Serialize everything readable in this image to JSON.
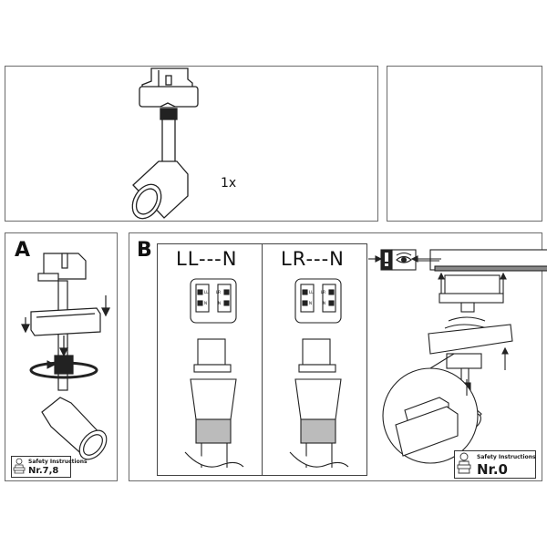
{
  "document": {
    "type": "assembly-instructions",
    "subject": "track spotlight (3-phase adapter)"
  },
  "panels": {
    "contents": {
      "quantity_label": "1x",
      "item_icon": "spotlight-with-track-adapter-icon"
    },
    "blank": {},
    "step_a": {
      "letter": "A",
      "icons": [
        "down-arrow-icon",
        "rotate-arrow-icon",
        "spotlight-icon"
      ],
      "safety": {
        "title": "Safety Instructions",
        "number": "Nr.7,8",
        "icon": "reading-person-icon"
      }
    },
    "step_b": {
      "letter": "B",
      "options": [
        {
          "wiring": "LL---N",
          "contact_labels": [
            "LL",
            "LR",
            "N",
            "N"
          ]
        },
        {
          "wiring": "LR---N",
          "contact_labels": [
            "LL",
            "LR",
            "N",
            "N"
          ]
        }
      ],
      "icons": [
        "warning-exclamation-icon",
        "eye-inspect-icon",
        "up-arrow-icon",
        "magnifier-detail-icon"
      ],
      "safety": {
        "title": "Safety Instructions",
        "number": "Nr.0",
        "icon": "reading-person-icon"
      }
    }
  }
}
